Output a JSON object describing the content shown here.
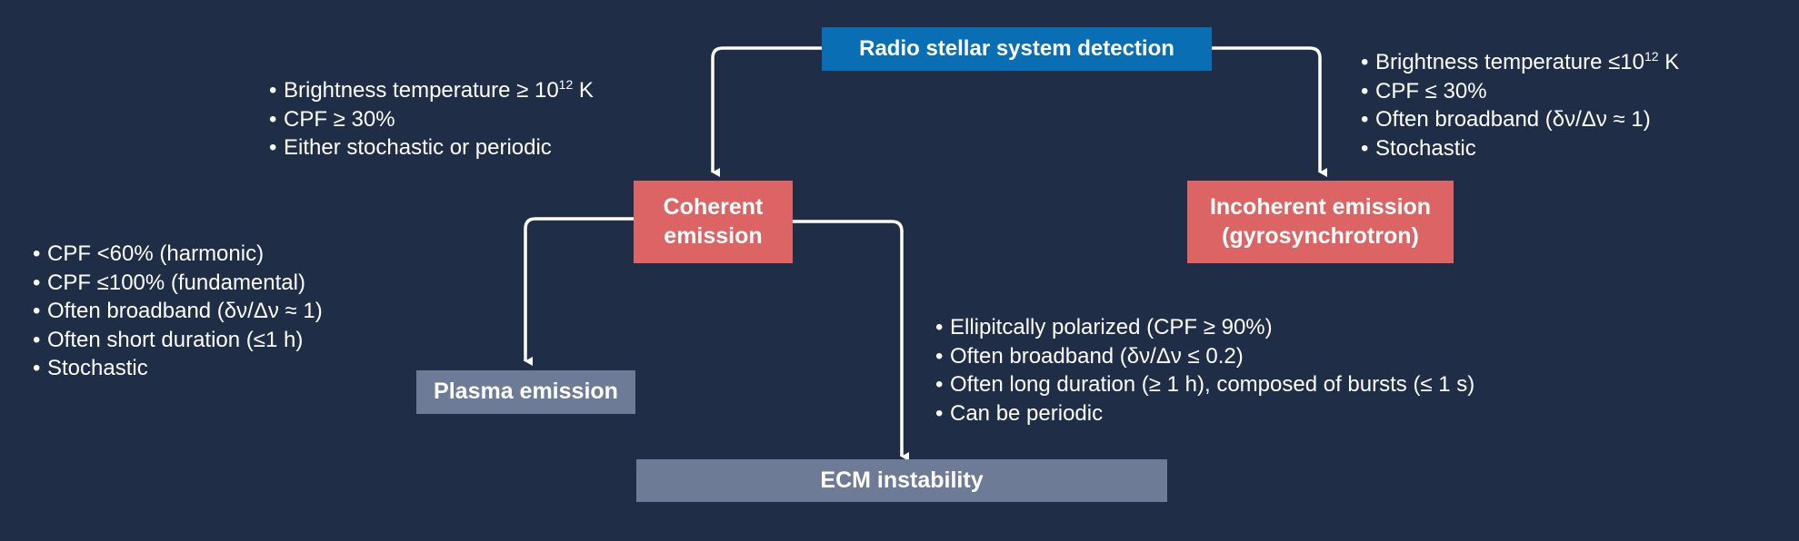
{
  "nodes": {
    "root": "Radio stellar system detection",
    "coherent": [
      "Coherent",
      "emission"
    ],
    "incoherent": [
      "Incoherent emission",
      "(gyrosynchrotron)"
    ],
    "plasma": "Plasma emission",
    "ecm": "ECM instability"
  },
  "notes": {
    "coherent": {
      "bt_prefix": "Brightness temperature ≥ 10",
      "bt_exp": "12",
      "bt_unit": " K",
      "items": [
        "CPF ≥ 30%",
        "Either stochastic or periodic"
      ]
    },
    "incoherent": {
      "bt_prefix": "Brightness temperature ≤10",
      "bt_exp": "12",
      "bt_unit": " K",
      "items": [
        "CPF ≤ 30%",
        "Often broadband (δν/Δν ≈ 1)",
        "Stochastic"
      ]
    },
    "plasma": [
      "CPF <60% (harmonic)",
      "CPF ≤100% (fundamental)",
      "Often broadband (δν/Δν ≈ 1)",
      "Often short duration (≤1 h)",
      "Stochastic"
    ],
    "ecm": [
      "Ellipitcally polarized (CPF ≥ 90%)",
      "Often broadband (δν/Δν ≤ 0.2)",
      "Often long duration (≥ 1 h), composed of bursts (≤ 1 s)",
      "Can be periodic"
    ]
  },
  "colors": {
    "background": "#1f2d47",
    "root_box": "#0a6eb4",
    "emission_box": "#dc6464",
    "mechanism_box": "#6d7b96",
    "connector": "#ffffff"
  }
}
